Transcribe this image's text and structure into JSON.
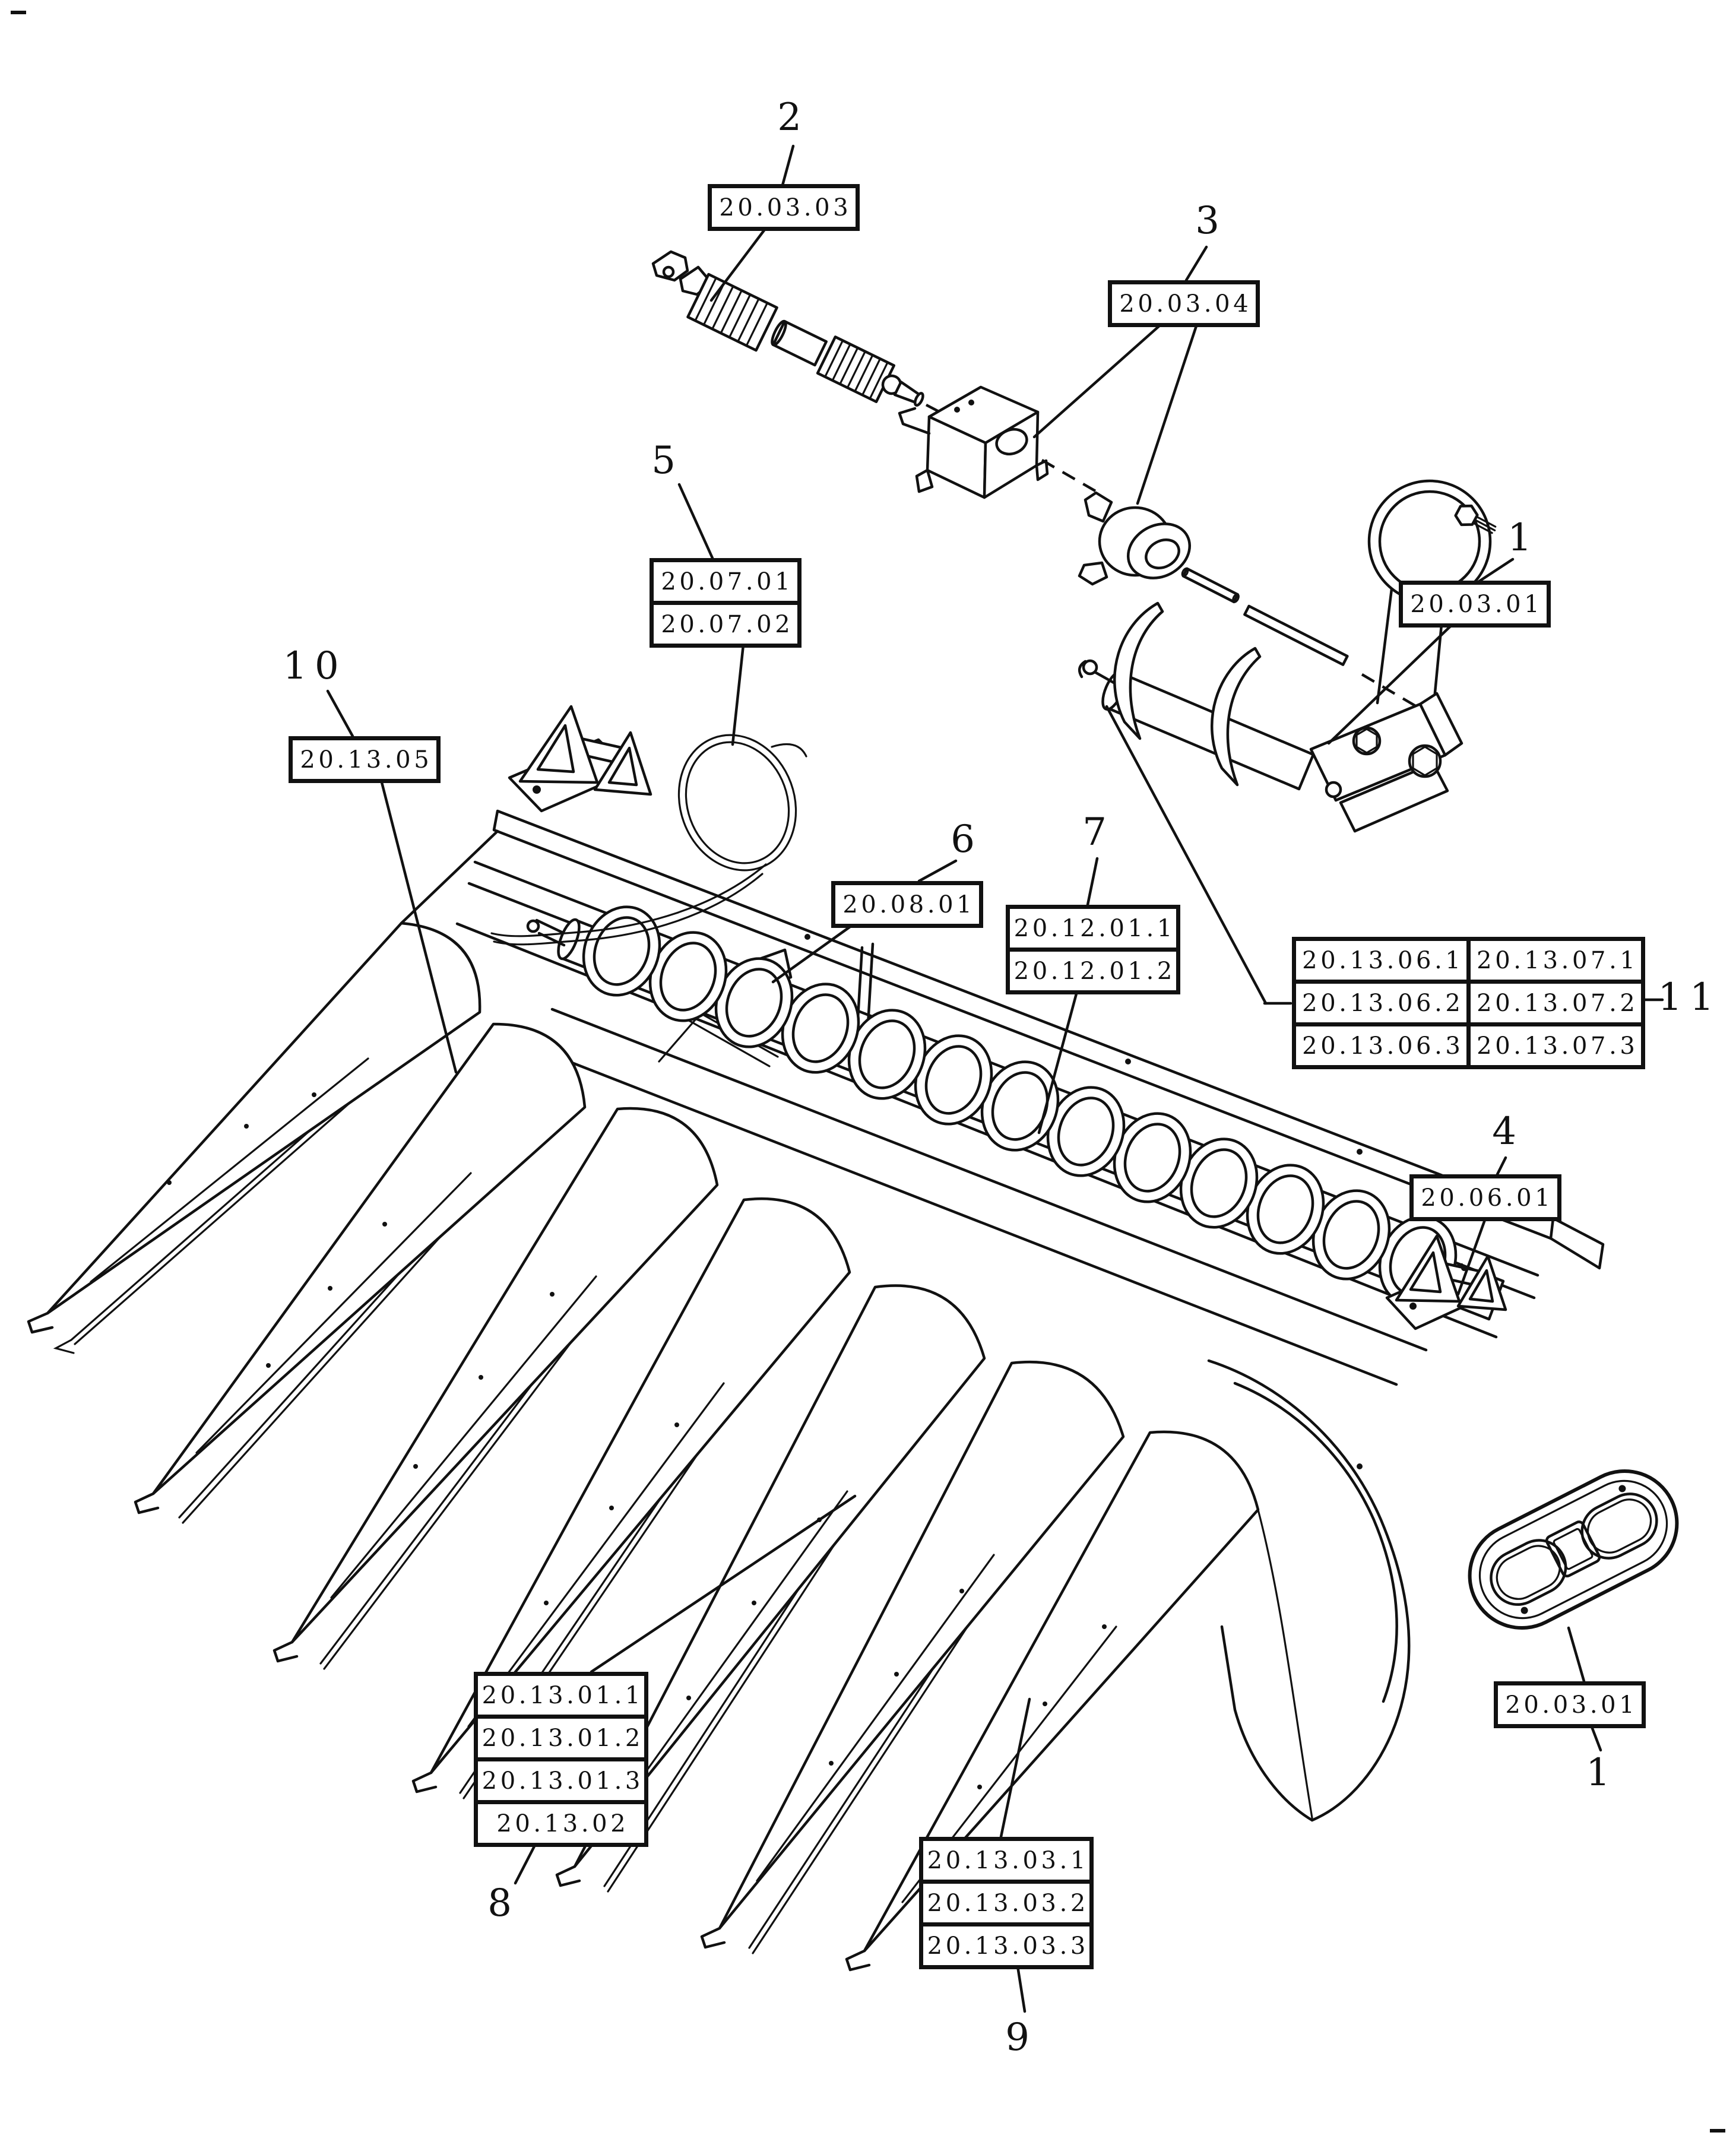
{
  "document": {
    "type": "exploded-parts-diagram",
    "background_color": "#ffffff",
    "line_color": "#111111"
  },
  "callouts": [
    {
      "number": "2",
      "codes": [
        "20.03.03"
      ]
    },
    {
      "number": "3",
      "codes": [
        "20.03.04"
      ]
    },
    {
      "number": "1",
      "codes": [
        "20.03.01"
      ]
    },
    {
      "number": "5",
      "codes": [
        "20.07.01",
        "20.07.02"
      ]
    },
    {
      "number": "10",
      "codes": [
        "20.13.05"
      ]
    },
    {
      "number": "6",
      "codes": [
        "20.08.01"
      ]
    },
    {
      "number": "7",
      "codes": [
        "20.12.01.1",
        "20.12.01.2"
      ]
    },
    {
      "number": "11",
      "table": [
        [
          "20.13.06.1",
          "20.13.07.1"
        ],
        [
          "20.13.06.2",
          "20.13.07.2"
        ],
        [
          "20.13.06.3",
          "20.13.07.3"
        ]
      ]
    },
    {
      "number": "4",
      "codes": [
        "20.06.01"
      ]
    },
    {
      "number": "8",
      "codes": [
        "20.13.01.1",
        "20.13.01.2",
        "20.13.01.3",
        "20.13.02"
      ]
    },
    {
      "number": "9",
      "codes": [
        "20.13.03.1",
        "20.13.03.2",
        "20.13.03.3"
      ]
    },
    {
      "number": "1",
      "codes": [
        "20.03.01"
      ]
    }
  ]
}
